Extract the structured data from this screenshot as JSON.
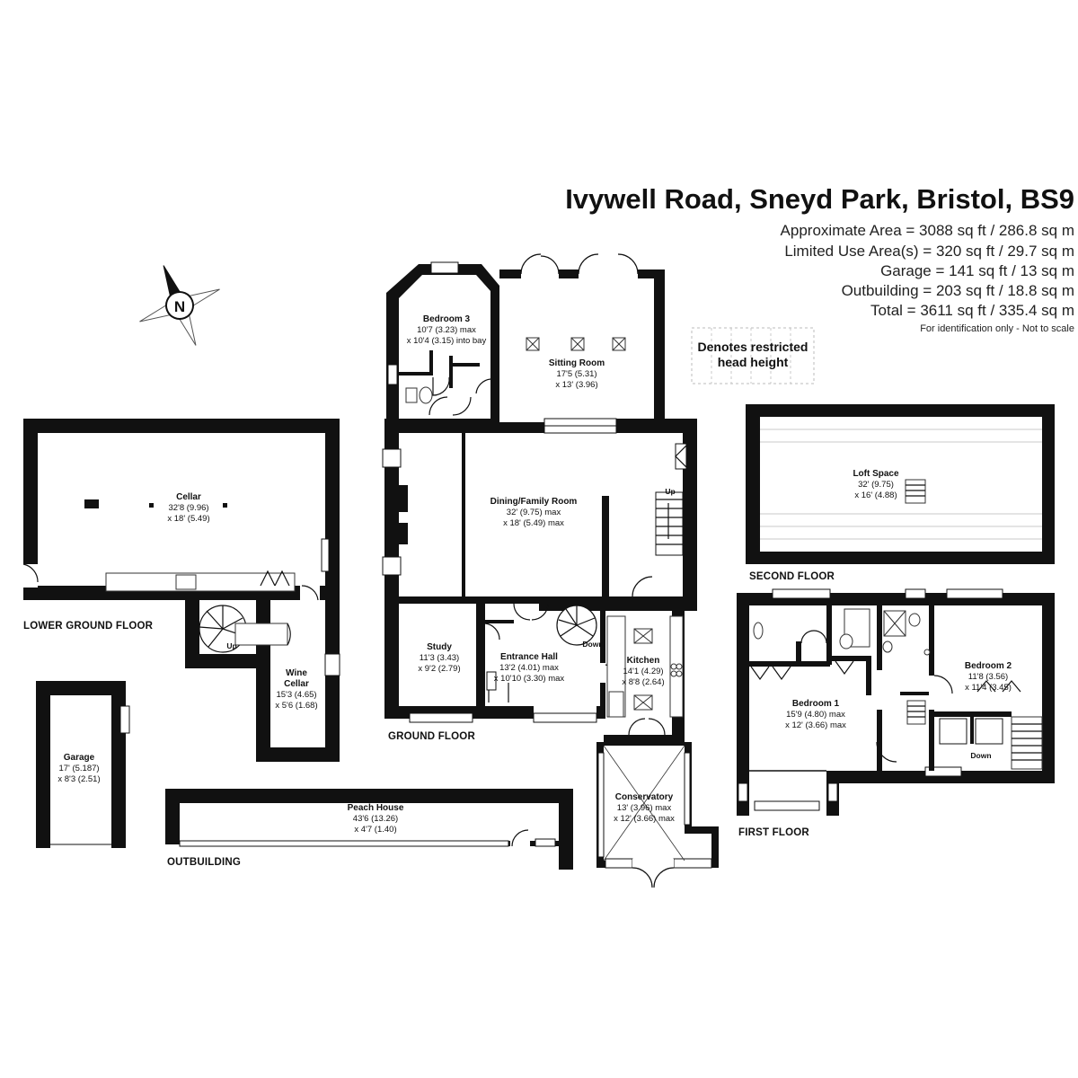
{
  "header": {
    "title": "Ivywell Road, Sneyd Park, Bristol, BS9",
    "areas": [
      "Approximate Area = 3088 sq ft / 286.8 sq m",
      "Limited Use Area(s) = 320 sq ft / 29.7 sq m",
      "Garage = 141 sq ft / 13 sq m",
      "Outbuilding = 203 sq ft / 18.8 sq m",
      "Total = 3611 sq ft / 335.4 sq m"
    ],
    "disclaimer": "For identification only - Not to scale"
  },
  "compass": {
    "label": "N"
  },
  "legend": {
    "line1": "Denotes restricted",
    "line2": "head height"
  },
  "floors": {
    "lower_ground": "LOWER GROUND FLOOR",
    "ground": "GROUND FLOOR",
    "first": "FIRST FLOOR",
    "second": "SECOND FLOOR",
    "outbuilding": "OUTBUILDING"
  },
  "rooms": {
    "cellar": {
      "name": "Cellar",
      "dim1": "32'8 (9.96)",
      "dim2": "x 18' (5.49)"
    },
    "wine_cellar": {
      "name1": "Wine",
      "name2": "Cellar",
      "dim1": "15'3 (4.65)",
      "dim2": "x 5'6 (1.68)"
    },
    "garage": {
      "name": "Garage",
      "dim1": "17' (5.187)",
      "dim2": "x 8'3 (2.51)"
    },
    "peach_house": {
      "name": "Peach House",
      "dim1": "43'6 (13.26)",
      "dim2": "x 4'7 (1.40)"
    },
    "bedroom3": {
      "name": "Bedroom 3",
      "dim1": "10'7 (3.23) max",
      "dim2": "x 10'4 (3.15) into bay"
    },
    "sitting_room": {
      "name": "Sitting Room",
      "dim1": "17'5 (5.31)",
      "dim2": "x 13' (3.96)"
    },
    "dining": {
      "name": "Dining/Family Room",
      "dim1": "32' (9.75) max",
      "dim2": "x 18' (5.49) max"
    },
    "study": {
      "name": "Study",
      "dim1": "11'3 (3.43)",
      "dim2": "x 9'2 (2.79)"
    },
    "entrance_hall": {
      "name": "Entrance Hall",
      "dim1": "13'2 (4.01) max",
      "dim2": "x 10'10 (3.30) max"
    },
    "kitchen": {
      "name": "Kitchen",
      "dim1": "14'1 (4.29)",
      "dim2": "x 8'8 (2.64)"
    },
    "conservatory": {
      "name": "Conservatory",
      "dim1": "13' (3.96) max",
      "dim2": "x 12' (3.66) max"
    },
    "loft": {
      "name": "Loft Space",
      "dim1": "32' (9.75)",
      "dim2": "x 16' (4.88)"
    },
    "bedroom1": {
      "name": "Bedroom 1",
      "dim1": "15'9 (4.80) max",
      "dim2": "x 12' (3.66) max"
    },
    "bedroom2": {
      "name": "Bedroom 2",
      "dim1": "11'8 (3.56)",
      "dim2": "x 11'4 (3.45)"
    }
  },
  "stairs": {
    "lower_up": "Up",
    "ground_up": "Up",
    "ground_down": "Down",
    "first_down": "Down"
  }
}
